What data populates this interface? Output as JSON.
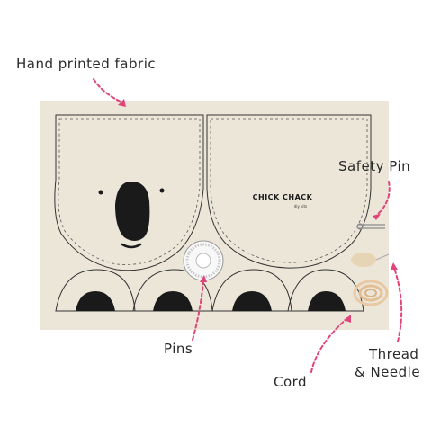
{
  "labels": {
    "fabric": "Hand printed fabric",
    "safety_pin": "Safety Pin",
    "pins": "Pins",
    "thread_line1": "Thread",
    "thread_line2": "& Needle",
    "cord": "Cord"
  },
  "fabric_print": {
    "brand": "CHICK CHACK",
    "brand_sub": "diy kits"
  },
  "colors": {
    "fabric": "#ece6d9",
    "ink": "#1a1a1a",
    "arrow": "#e0457a",
    "cord": "#e9c9a3",
    "thread": "#e7d4b5"
  }
}
